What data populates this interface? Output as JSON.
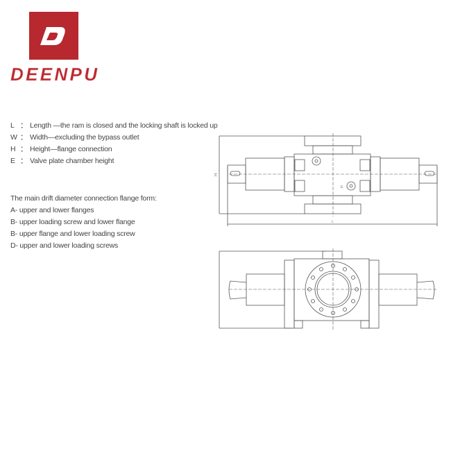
{
  "logo": {
    "letter": "D",
    "brand": "DEENPU",
    "color": "#b8282f"
  },
  "definitions": [
    {
      "key": "L",
      "sep": "：",
      "text": "Length —the ram is closed and the locking shaft is locked up"
    },
    {
      "key": "W",
      "sep": "：",
      "text": "Width—excluding the bypass outlet"
    },
    {
      "key": "H",
      "sep": "：",
      "text": "Height—flange connection"
    },
    {
      "key": "E",
      "sep": "：",
      "text": "Valve plate chamber height"
    }
  ],
  "flange_forms": {
    "title": "The main drift diameter connection flange form:",
    "items": [
      "A- upper and lower flanges",
      "B- upper loading screw and lower flange",
      "B- upper flange and lower loading screw",
      "D- upper and lower loading screws"
    ]
  },
  "drawings": {
    "front_labels": {
      "height": "H",
      "length": "L",
      "chamber": "E"
    }
  }
}
